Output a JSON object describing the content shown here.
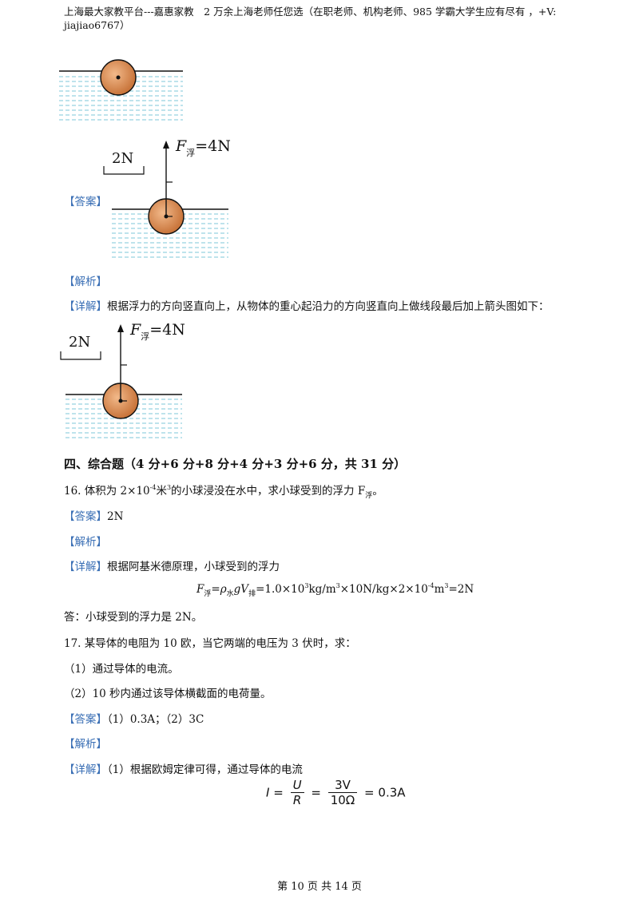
{
  "header": {
    "line1": "上海最大家教平台---嘉惠家教　2 万余上海老师任您选（在职老师、机构老师、985 学霸大学生应有尽有 ，+V:",
    "line2": "jiajiao6767）"
  },
  "figures": {
    "scale_label": "2N",
    "force_label_main": "F",
    "force_label_sub": "浮",
    "force_label_value": "=4N"
  },
  "q15": {
    "answer_tag": "【答案】",
    "analysis_tag": "【解析】",
    "detail_tag": "【详解】",
    "detail_text": "根据浮力的方向竖直向上，从物体的重心起沿力的方向竖直向上做线段最后加上箭头图如下："
  },
  "section4": {
    "title": "四、综合题（4 分+6 分+8 分+4 分+3 分+6 分，共 31 分）"
  },
  "q16": {
    "stem_prefix": "16.  体积为 2×10",
    "stem_exp": "-4",
    "stem_mid": "米",
    "stem_exp2": "3",
    "stem_suffix": "的小球浸没在水中，求小球受到的浮力 F",
    "stem_sub": "浮",
    "stem_end": "。",
    "answer_tag": "【答案】",
    "answer": "2N",
    "analysis_tag": "【解析】",
    "detail_tag": "【详解】",
    "detail_text": "根据阿基米德原理，小球受到的浮力",
    "formula": {
      "F": "F",
      "F_sub": "浮",
      "eq1": "=",
      "rho": "ρ",
      "rho_sub": "水",
      "g": "gV",
      "V_sub": "排",
      "rest1": "=1.0×10",
      "e1": "3",
      "rest2": "kg/m",
      "e2": "3",
      "rest3": "×10N/kg×2×10",
      "e3": "-4",
      "rest4": "m",
      "e4": "3",
      "rest5": "=2N"
    },
    "conclusion": "答：小球受到的浮力是 2N。"
  },
  "q17": {
    "stem": "17.  某导体的电阻为 10 欧，当它两端的电压为 3 伏时，求：",
    "part1": "（1）通过导体的电流。",
    "part2": "（2）10 秒内通过该导体横截面的电荷量。",
    "answer_tag": "【答案】",
    "answer": "（1）0.3A；（2）3C",
    "analysis_tag": "【解析】",
    "detail_tag": "【详解】",
    "detail_text": "（1）根据欧姆定律可得，通过导体的电流",
    "formula": {
      "I": "I",
      "eq1": "=",
      "U": "U",
      "R": "R",
      "eq2": "=",
      "num": "3V",
      "den": "10Ω",
      "eq3": "=",
      "result": "0.3A"
    }
  },
  "footer": {
    "text": "第 10 页 共 14 页"
  }
}
